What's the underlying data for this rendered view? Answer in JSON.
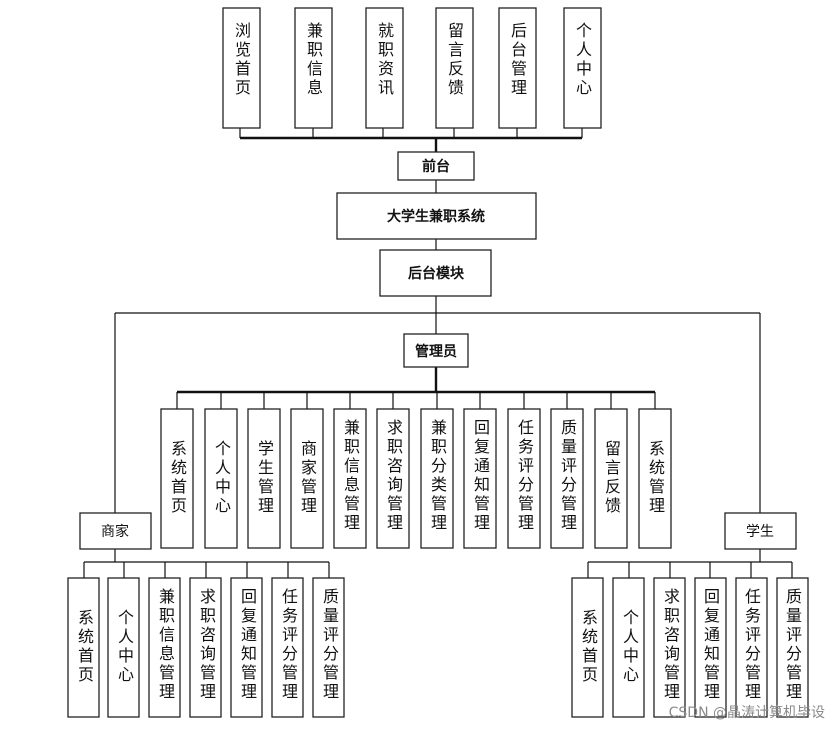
{
  "diagram": {
    "front_modules": [
      "浏览首页",
      "兼职信息",
      "就职资讯",
      "留言反馈",
      "后台管理",
      "个人中心"
    ],
    "front_label": "前台",
    "system_name": "大学生兼职系统",
    "backend_label": "后台模块",
    "admin_label": "管理员",
    "admin_modules": [
      "系统首页",
      "个人中心",
      "学生管理",
      "商家管理",
      "兼职信息管理",
      "求职咨询管理",
      "兼职分类管理",
      "回复通知管理",
      "任务评分管理",
      "质量评分管理",
      "留言反馈",
      "系统管理"
    ],
    "merchant_label": "商家",
    "merchant_modules": [
      "系统首页",
      "个人中心",
      "兼职信息管理",
      "求职咨询管理",
      "回复通知管理",
      "任务评分管理",
      "质量评分管理"
    ],
    "student_label": "学生",
    "student_modules": [
      "系统首页",
      "个人中心",
      "求职咨询管理",
      "回复通知管理",
      "任务评分管理",
      "质量评分管理"
    ]
  },
  "watermark": "CSDN @晶涛计算机毕设"
}
